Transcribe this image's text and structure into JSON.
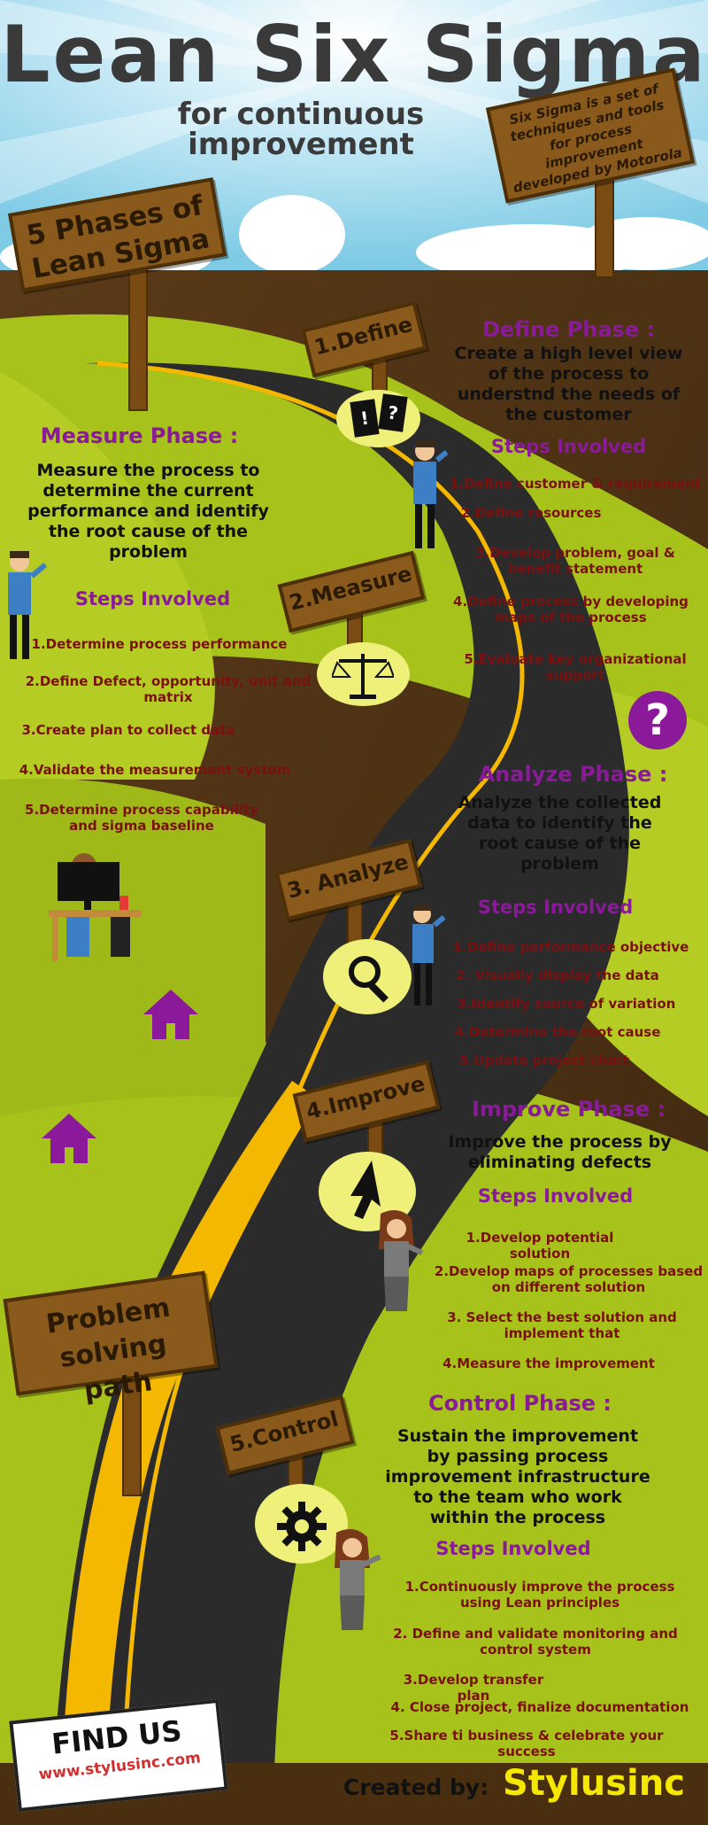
{
  "header": {
    "title": "Lean Six Sigma",
    "subtitle": "for continuous improvement",
    "info_sign": "Six Sigma is a set of techniques and tools for process improvement developed by Motorola"
  },
  "signs": {
    "phases": "5 Phases of Lean Sigma",
    "define": "1.Define",
    "measure": "2.Measure",
    "analyze": "3. Analyze",
    "improve": "4.Improve",
    "control": "5.Control",
    "problem": "Problem solving path"
  },
  "define": {
    "title": "Define Phase :",
    "desc": "Create a high level view of the process to understnd the needs of the customer",
    "steps_title": "Steps Involved",
    "steps": [
      "1.Define customer & requirement",
      "2.Define resources",
      "3.Develop problem, goal & benefit statement",
      "4.Define process by developing maps of the process",
      "5.Evaluate key organizational support"
    ]
  },
  "measure": {
    "title": "Measure Phase :",
    "desc": "Measure the process to determine the current performance and identify the root cause of the problem",
    "steps_title": "Steps Involved",
    "steps": [
      "1.Determine process performance",
      "2.Define Defect, opportunity, unit and matrix",
      "3.Create plan to collect data",
      "4.Validate the measurement system",
      "5.Determine process capability and sigma baseline"
    ]
  },
  "analyze": {
    "title": "Analyze Phase :",
    "desc": "Analyze the collected data to identify the root cause of the problem",
    "steps_title": "Steps Involved",
    "steps": [
      "1.Define performance objective",
      "2. Visually display the data",
      "3.Identify source of variation",
      "4.Determine the root cause",
      "5.Update project chart"
    ]
  },
  "improve": {
    "title": "Improve Phase :",
    "desc": "Improve the process by eliminating defects",
    "steps_title": "Steps Involved",
    "steps": [
      "1.Develop potential solution",
      "2.Develop maps of processes based on different solution",
      "3. Select the best solution and implement that",
      "4.Measure the improvement"
    ]
  },
  "control": {
    "title": "Control Phase :",
    "desc": "Sustain the improvement by passing process improvement infrastructure to the team who work within the process",
    "steps_title": "Steps Involved",
    "steps": [
      "1.Continuously improve the process using Lean principles",
      "2. Define and validate monitoring and control system",
      "3.Develop transfer plan",
      "4. Close project, finalize documentation",
      "5.Share ti business & celebrate your success"
    ]
  },
  "icons": {
    "question": "?",
    "exclaim": "!?"
  },
  "footer": {
    "find_us": "FIND US",
    "url": "www.stylusinc.com",
    "created_by": "Created by:",
    "brand": "Stylusinc"
  },
  "colors": {
    "phase_title": "#8b1a9a",
    "steps": "#7a1010",
    "grass": "#a8c21c",
    "road": "#2b2b2b",
    "road_line": "#f5b800",
    "wood": "#8a5a1c",
    "brand": "#f5e800"
  }
}
